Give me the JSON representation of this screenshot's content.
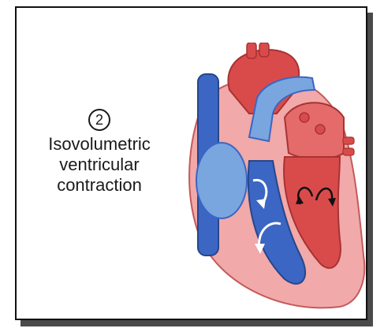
{
  "step_number": "2",
  "caption_lines": [
    "Isovolumetric",
    "ventricular",
    "contraction"
  ],
  "colors": {
    "oxygenated": "#d94b4b",
    "deoxygenated": "#3b66c4",
    "wall": "#f1a9a9",
    "frame_border": "#111111",
    "frame_shadow": "#4a4a4a"
  },
  "icons": [
    "heart-illustration",
    "flow-arrow"
  ]
}
